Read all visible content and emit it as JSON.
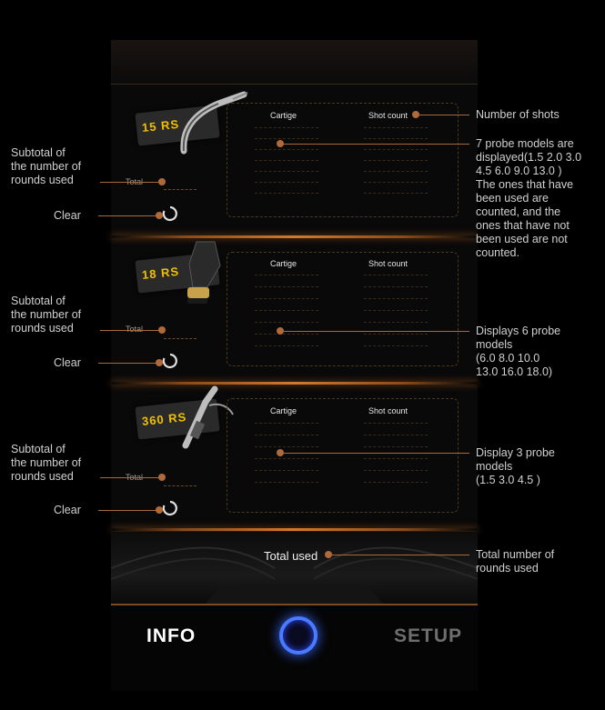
{
  "sections": [
    {
      "handle_label": "15 RS",
      "columns": [
        "Cartige",
        "Shot count"
      ],
      "total_label": "Total",
      "subtotal_annotation": "Subtotal of\nthe number of\nrounds used",
      "clear_label": "Clear",
      "table_annotation": "7 probe models are\ndisplayed(1.5 2.0 3.0\n4.5 6.0 9.0 13.0 )\nThe ones that have\nbeen used are\ncounted, and the\nones that have not\nbeen used are not\ncounted."
    },
    {
      "handle_label": "18 RS",
      "columns": [
        "Cartige",
        "Shot count"
      ],
      "total_label": "Total",
      "subtotal_annotation": "Subtotal of\nthe number of\nrounds used",
      "clear_label": "Clear",
      "table_annotation": "Displays 6 probe\nmodels\n(6.0 8.0 10.0\n13.0 16.0 18.0)"
    },
    {
      "handle_label": "360 RS",
      "columns": [
        "Cartige",
        "Shot count"
      ],
      "total_label": "Total",
      "subtotal_annotation": "Subtotal of\nthe number of\nrounds used",
      "clear_label": "Clear",
      "table_annotation": "Display 3 probe\nmodels\n(1.5 3.0 4.5 )"
    }
  ],
  "shot_count_annotation": "Number of shots",
  "total_used_label": "Total used",
  "total_used_annotation": "Total number of\nrounds used",
  "nav": {
    "info_label": "INFO",
    "setup_label": "SETUP",
    "power_icon": "power-ring-icon"
  },
  "colors": {
    "accent": "#b06a3a",
    "handle_label": "#f0c000",
    "power_ring": "#4a7aff"
  }
}
